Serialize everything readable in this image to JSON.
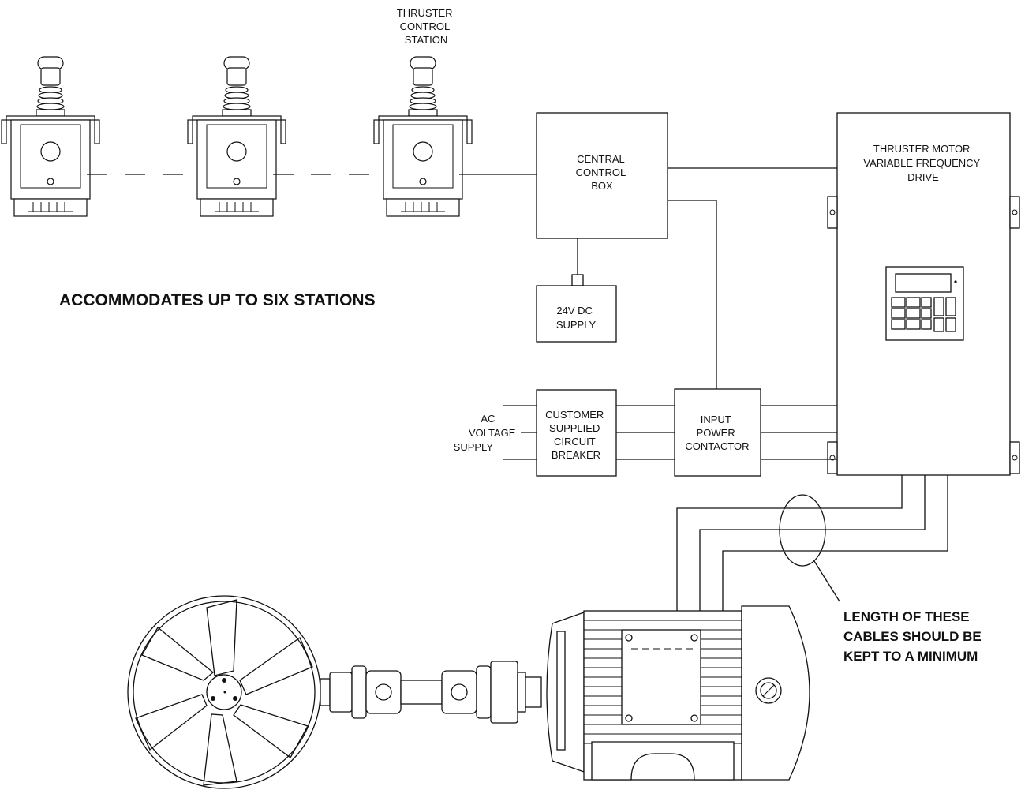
{
  "labels": {
    "thruster_station": [
      "THRUSTER",
      "CONTROL",
      "STATION"
    ],
    "accommodates": "ACCOMMODATES UP TO SIX STATIONS",
    "central_box": [
      "CENTRAL",
      "CONTROL",
      "BOX"
    ],
    "dc_supply": [
      "24V DC",
      "SUPPLY"
    ],
    "vfd": [
      "THRUSTER MOTOR",
      "VARIABLE FREQUENCY",
      "DRIVE"
    ],
    "ac_supply": [
      "AC",
      "VOLTAGE",
      "SUPPLY"
    ],
    "breaker": [
      "CUSTOMER",
      "SUPPLIED",
      "CIRCUIT",
      "BREAKER"
    ],
    "contactor": [
      "INPUT",
      "POWER",
      "CONTACTOR"
    ],
    "cable_note": [
      "LENGTH OF THESE",
      "CABLES SHOULD BE",
      "KEPT TO A MINIMUM"
    ]
  },
  "colors": {
    "line": "#111111",
    "ghost": "#b8b8b8",
    "background": "#ffffff"
  },
  "icons": [
    "joystick-station-icon",
    "propeller-icon",
    "drive-shaft-icon",
    "electric-motor-icon",
    "keypad-icon"
  ]
}
